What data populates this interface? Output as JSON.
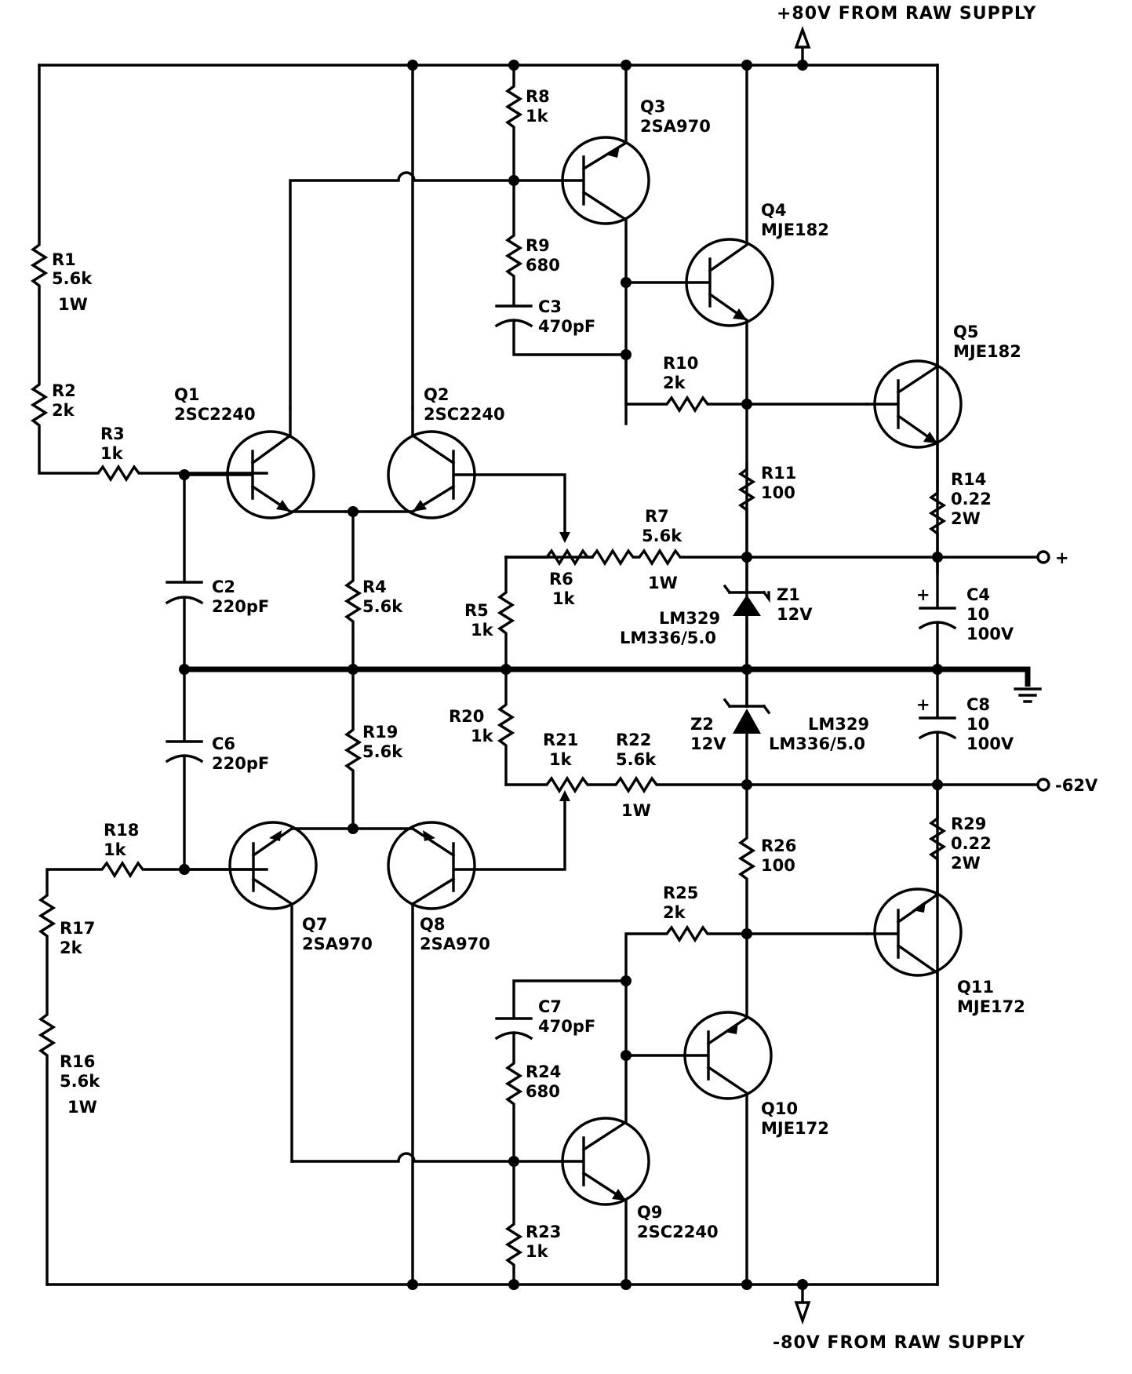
{
  "supplies": {
    "positive": "+80V FROM RAW SUPPLY",
    "negative": "-80V FROM RAW SUPPLY"
  },
  "outputs": {
    "positive": "+",
    "negative": "-62V"
  },
  "components": {
    "R1": {
      "ref": "R1",
      "value": "5.6k",
      "rating": "1W"
    },
    "R2": {
      "ref": "R2",
      "value": "2k"
    },
    "R3": {
      "ref": "R3",
      "value": "1k"
    },
    "R4": {
      "ref": "R4",
      "value": "5.6k"
    },
    "R5": {
      "ref": "R5",
      "value": "1k"
    },
    "R6": {
      "ref": "R6",
      "value": "1k"
    },
    "R7": {
      "ref": "R7",
      "value": "5.6k",
      "rating": "1W"
    },
    "R8": {
      "ref": "R8",
      "value": "1k"
    },
    "R9": {
      "ref": "R9",
      "value": "680"
    },
    "R10": {
      "ref": "R10",
      "value": "2k"
    },
    "R11": {
      "ref": "R11",
      "value": "100"
    },
    "R14": {
      "ref": "R14",
      "value": "0.22",
      "rating": "2W"
    },
    "R16": {
      "ref": "R16",
      "value": "5.6k",
      "rating": "1W"
    },
    "R17": {
      "ref": "R17",
      "value": "2k"
    },
    "R18": {
      "ref": "R18",
      "value": "1k"
    },
    "R19": {
      "ref": "R19",
      "value": "5.6k"
    },
    "R20": {
      "ref": "R20",
      "value": "1k"
    },
    "R21": {
      "ref": "R21",
      "value": "1k"
    },
    "R22": {
      "ref": "R22",
      "value": "5.6k",
      "rating": "1W"
    },
    "R23": {
      "ref": "R23",
      "value": "1k"
    },
    "R24": {
      "ref": "R24",
      "value": "680"
    },
    "R25": {
      "ref": "R25",
      "value": "2k"
    },
    "R26": {
      "ref": "R26",
      "value": "100"
    },
    "R29": {
      "ref": "R29",
      "value": "0.22",
      "rating": "2W"
    },
    "C2": {
      "ref": "C2",
      "value": "220pF"
    },
    "C3": {
      "ref": "C3",
      "value": "470pF"
    },
    "C4": {
      "ref": "C4",
      "value": "10",
      "rating": "100V"
    },
    "C6": {
      "ref": "C6",
      "value": "220pF"
    },
    "C7": {
      "ref": "C7",
      "value": "470pF"
    },
    "C8": {
      "ref": "C8",
      "value": "10",
      "rating": "100V"
    },
    "Q1": {
      "ref": "Q1",
      "part": "2SC2240"
    },
    "Q2": {
      "ref": "Q2",
      "part": "2SC2240"
    },
    "Q3": {
      "ref": "Q3",
      "part": "2SA970"
    },
    "Q4": {
      "ref": "Q4",
      "part": "MJE182"
    },
    "Q5": {
      "ref": "Q5",
      "part": "MJE182"
    },
    "Q7": {
      "ref": "Q7",
      "part": "2SA970"
    },
    "Q8": {
      "ref": "Q8",
      "part": "2SA970"
    },
    "Q9": {
      "ref": "Q9",
      "part": "2SC2240"
    },
    "Q10": {
      "ref": "Q10",
      "part": "MJE172"
    },
    "Q11": {
      "ref": "Q11",
      "part": "MJE172"
    },
    "Z1": {
      "ref": "Z1",
      "value": "12V",
      "alt1": "LM329",
      "alt2": "LM336/5.0"
    },
    "Z2": {
      "ref": "Z2",
      "value": "12V",
      "alt1": "LM329",
      "alt2": "LM336/5.0"
    },
    "C4_plus": "+",
    "C8_plus": "+"
  }
}
